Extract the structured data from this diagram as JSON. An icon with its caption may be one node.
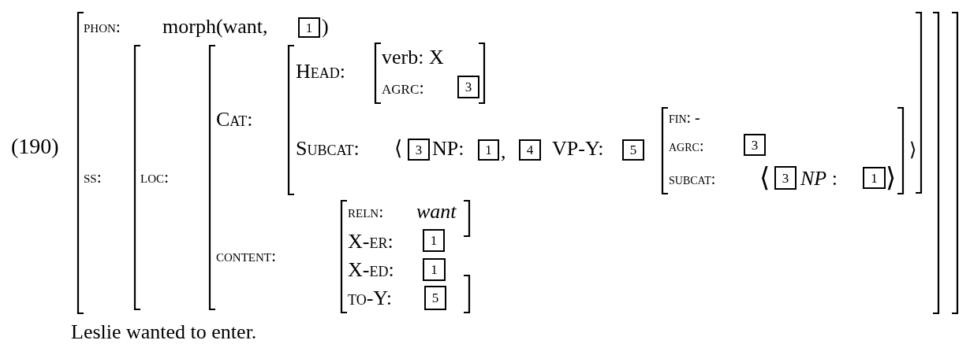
{
  "diagram": {
    "nodes": [
      {
        "text": [
          "1"
        ]
      },
      {
        "text": [
          "3"
        ]
      },
      {
        "text": [
          "3"
        ]
      },
      {
        "text": [
          "1"
        ]
      },
      {
        "text": [
          "4"
        ]
      },
      {
        "text": [
          "5"
        ]
      },
      {
        "text": [
          "3"
        ]
      },
      {
        "text": [
          "3"
        ]
      },
      {
        "text": [
          "1"
        ]
      },
      {
        "text": [
          "1"
        ]
      },
      {
        "text": [
          "1"
        ]
      },
      {
        "text": [
          "5"
        ]
      }
    ],
    "labels": [
      "(190)",
      "phon:",
      "morph(want,",
      ")",
      "Head:",
      "verb: X",
      "agrc:",
      "Cat:",
      "Subcat:",
      "⟨",
      "NP:",
      ",",
      "VP-Y:",
      "fin: -",
      "agrc:",
      "subcat:",
      "⟨",
      "*NP* :",
      "⟩",
      "⟩",
      "ss:",
      "loc:",
      "content:",
      "reln:",
      "want",
      "X-er:",
      "X-ed:",
      "to-Y:",
      "Leslie wanted to enter."
    ]
  }
}
